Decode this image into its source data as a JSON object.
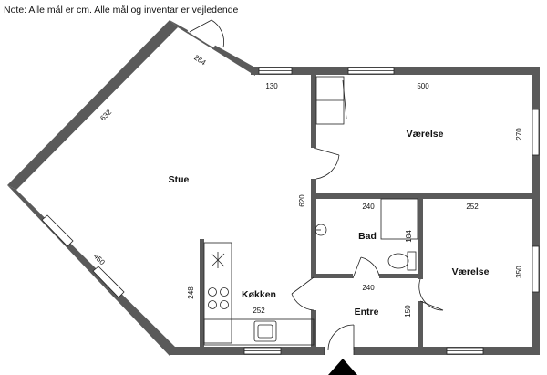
{
  "note": "Note: Alle mål er cm. Alle mål og inventar er vejledende",
  "rooms": {
    "stue": "Stue",
    "vaerelse_top": "Værelse",
    "bad": "Bad",
    "koekken": "Køkken",
    "entre": "Entre",
    "vaerelse_bottom": "Værelse"
  },
  "dimensions": {
    "d264": "264",
    "d130": "130",
    "d500": "500",
    "d632": "632",
    "d270": "270",
    "d620": "620",
    "d240_bad": "240",
    "d252_vaer": "252",
    "d184": "184",
    "d450": "450",
    "d248": "248",
    "d252_koek": "252",
    "d240_entre": "240",
    "d350": "350",
    "d150": "150"
  }
}
